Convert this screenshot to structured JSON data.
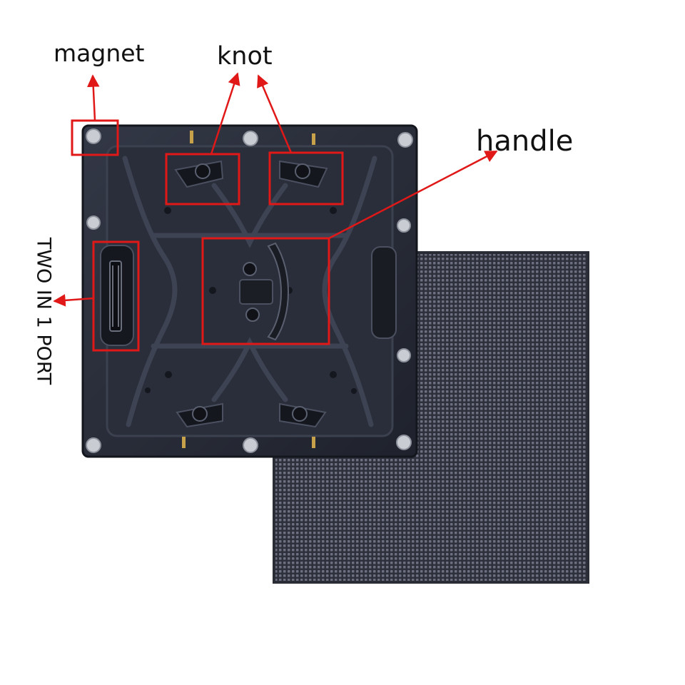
{
  "labels": {
    "magnet": "magnet",
    "knot": "knot",
    "handle": "handle",
    "port": "TWO IN 1 PORT"
  },
  "colors": {
    "annotation": "#e01818",
    "cabinet": "#262a36",
    "module": "#3a3d4a",
    "led_pixel": "#6d7080",
    "label_text": "#111111"
  },
  "icons": [
    "arrow-icon",
    "magnet-icon",
    "knot-icon",
    "handle-icon",
    "port-connector-icon"
  ]
}
